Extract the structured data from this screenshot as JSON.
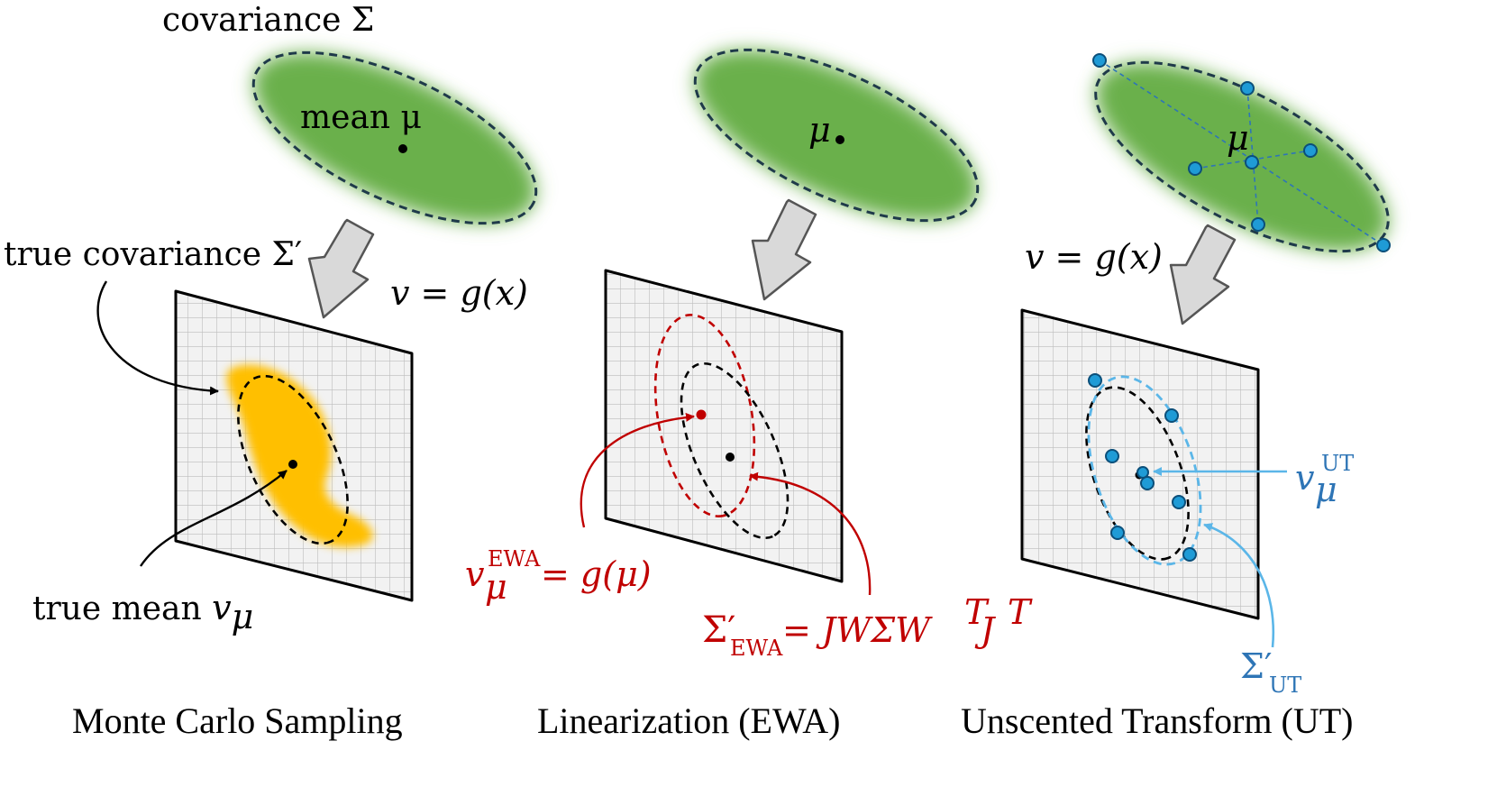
{
  "colors": {
    "gaussian_green": "#6ab04c",
    "mc_sample_yellow": "#ffbf00",
    "ewa_red": "#c00000",
    "ut_blue": "#2e75b6",
    "sigma_point_blue": "#1f9bd6",
    "ut_ellipse_lightblue": "#5bb6e8",
    "grid_line": "#bdbdbd",
    "plane_fill": "#f2f2f2",
    "arrow_gray": "#d9d9d9"
  },
  "top_left": {
    "covariance_label": "covariance Σ",
    "mean_label": "mean μ"
  },
  "top_middle": {
    "mean_label": "μ"
  },
  "top_right": {
    "mean_label": "μ"
  },
  "mapping": {
    "left_label": "v = g(x)",
    "right_label": "v = g(x)"
  },
  "monte_carlo": {
    "true_covariance_label": "true covariance Σ′",
    "true_mean_label_text": "true mean ",
    "true_mean_symbol": "v",
    "true_mean_subscript": "μ",
    "caption": "Monte Carlo Sampling"
  },
  "ewa": {
    "mean_formula_base": "v",
    "mean_formula_sub": "μ",
    "mean_formula_sup": "EWA",
    "mean_formula_rhs": " = g(μ)",
    "cov_formula_base": "Σ′",
    "cov_formula_sub": "EWA",
    "cov_formula_rhs": " = JWΣW",
    "cov_formula_sup1": "T",
    "cov_formula_mid": "J",
    "cov_formula_sup2": "T",
    "caption": "Linearization (EWA)"
  },
  "ut": {
    "mean_base": "v",
    "mean_sub": "μ",
    "mean_sup": "UT",
    "cov_base": "Σ′",
    "cov_sub": "UT",
    "caption": "Unscented Transform (UT)"
  }
}
